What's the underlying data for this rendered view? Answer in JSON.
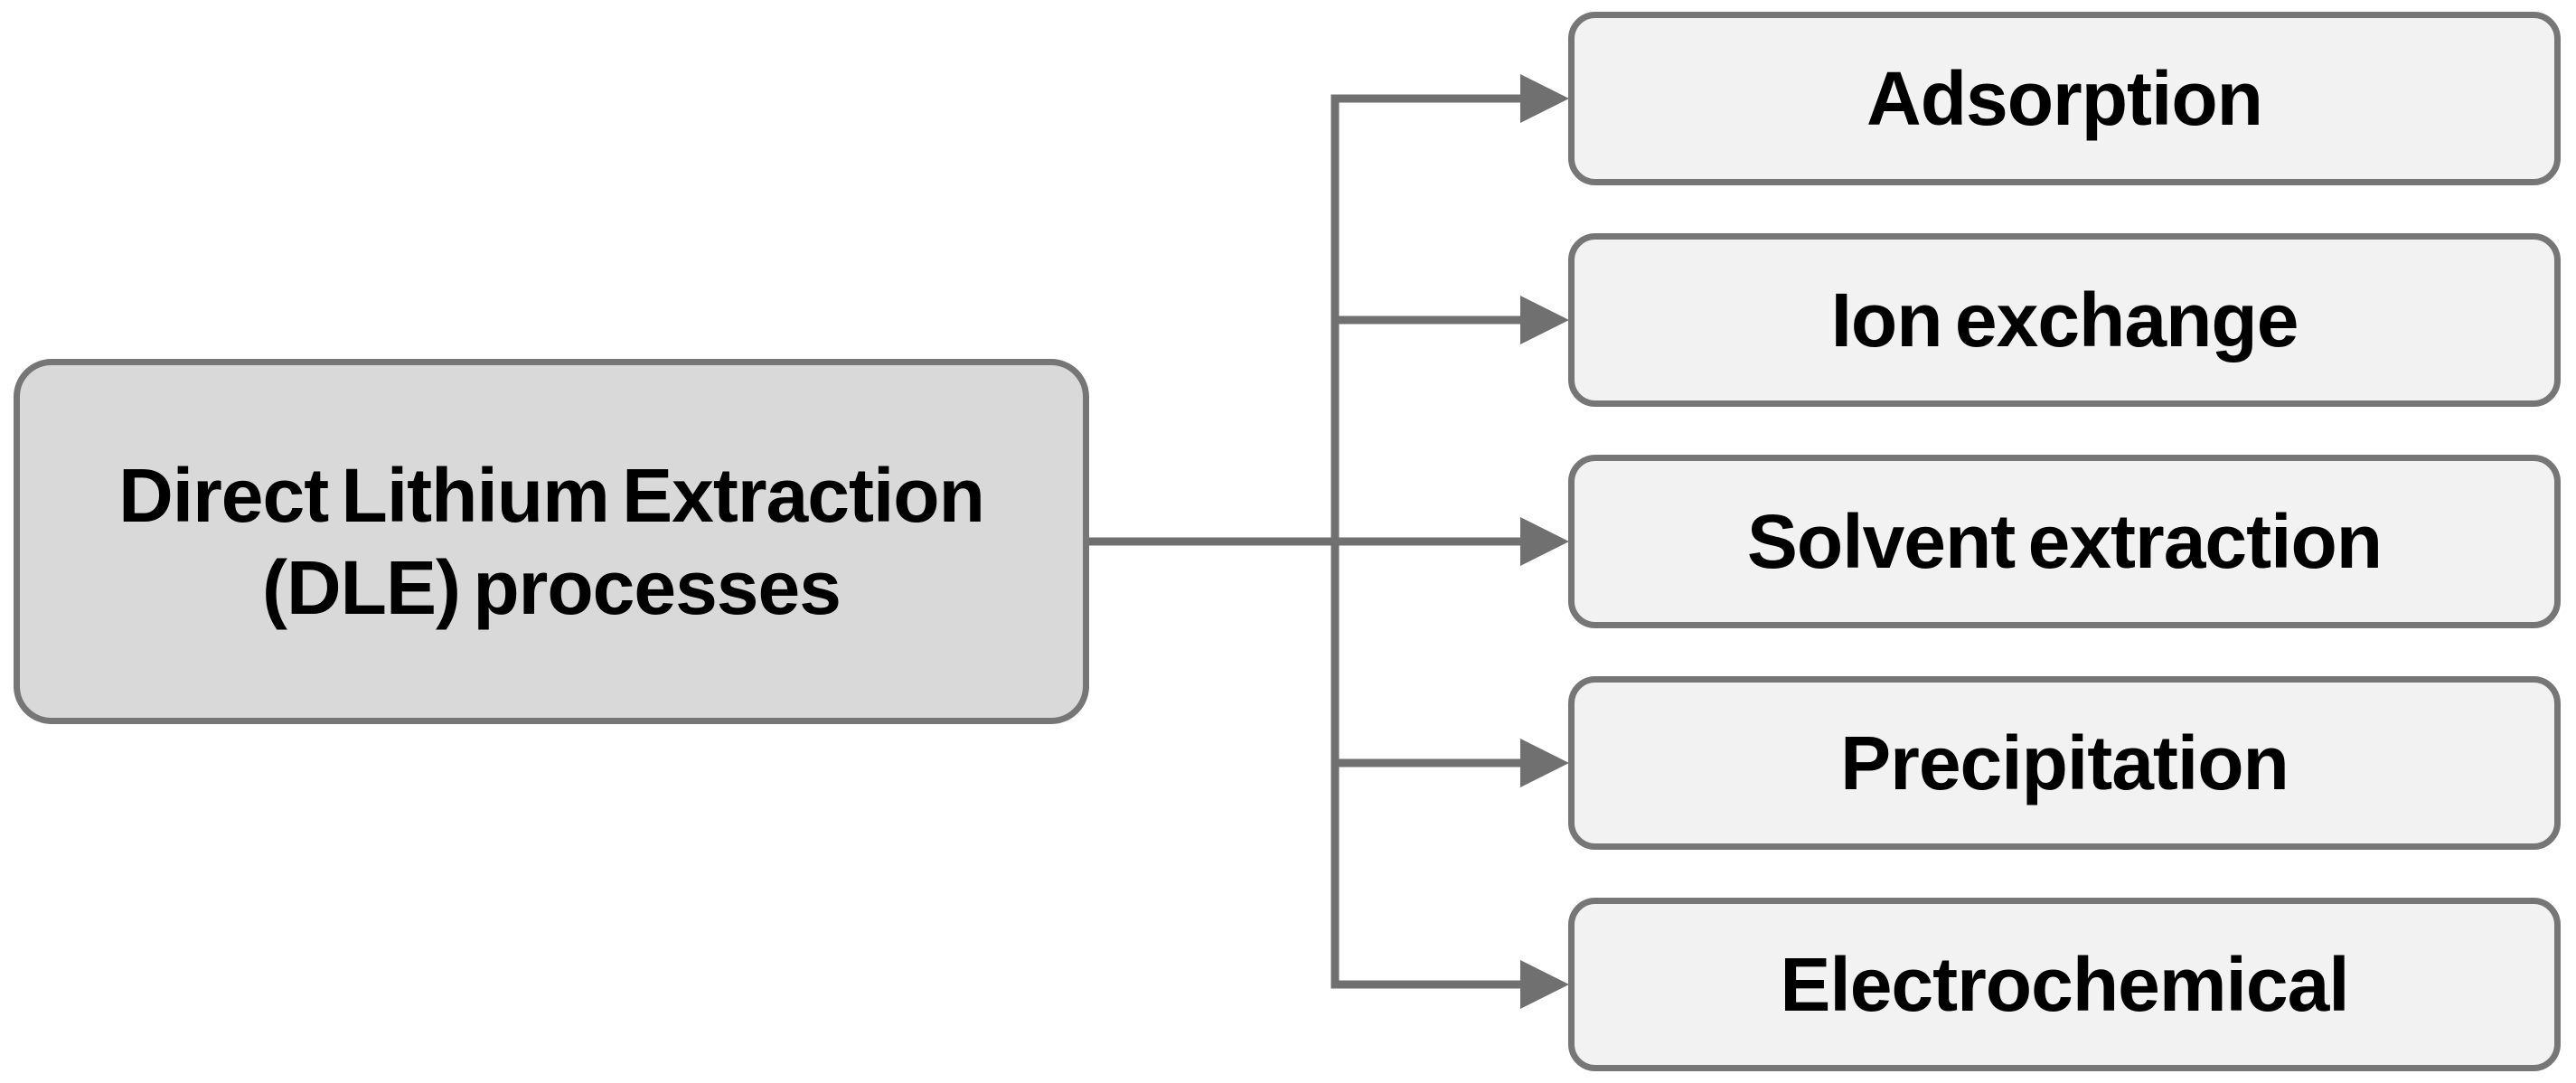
{
  "diagram": {
    "root": {
      "line1": "Direct Lithium Extraction",
      "line2": "(DLE) processes"
    },
    "children": [
      {
        "label": "Adsorption"
      },
      {
        "label": "Ion exchange"
      },
      {
        "label": "Solvent extraction"
      },
      {
        "label": "Precipitation"
      },
      {
        "label": "Electrochemical"
      }
    ]
  },
  "colors": {
    "root_fill": "#d9d9d9",
    "child_fill": "#f2f2f2",
    "box_border": "#767676",
    "connector": "#707070",
    "text": "#000000",
    "background": "#ffffff"
  }
}
